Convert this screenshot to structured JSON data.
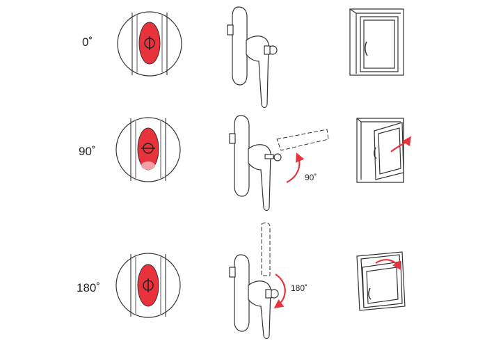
{
  "rows": [
    {
      "angle_label": "0˚",
      "rotation_label": "",
      "window_state": "closed",
      "indicator": "vertical"
    },
    {
      "angle_label": "90˚",
      "rotation_label": "90˚",
      "window_state": "turn-open",
      "indicator": "horizontal"
    },
    {
      "angle_label": "180˚",
      "rotation_label": "180˚",
      "window_state": "tilt-open",
      "indicator": "vertical-up"
    }
  ],
  "colors": {
    "indicator_red": "#e8323c",
    "indicator_dark_red": "#b8222a",
    "arrow_red": "#e8323c",
    "line": "#333333"
  },
  "icons": [
    "lock-indicator-icon",
    "window-handle-icon",
    "key-cylinder-icon",
    "window-frame-icon",
    "rotation-arrow-icon"
  ]
}
